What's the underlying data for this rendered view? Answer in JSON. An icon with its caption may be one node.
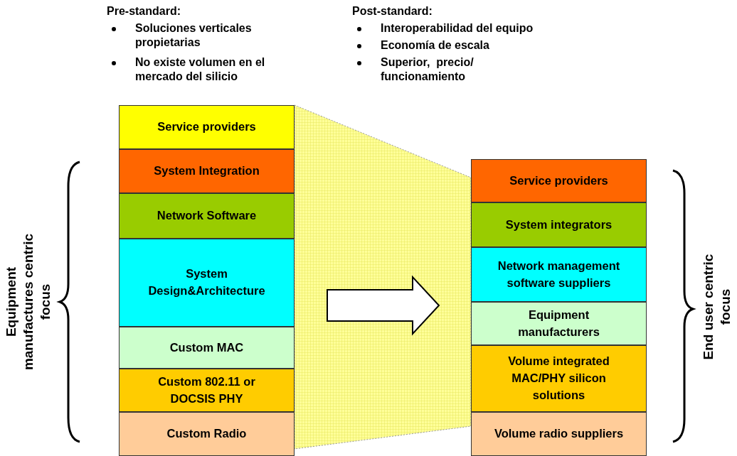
{
  "diagram": {
    "nodes": [
      {
        "text": [
          "Service providers"
        ]
      },
      {
        "text": [
          "System Integration"
        ]
      },
      {
        "text": [
          "Network Software"
        ]
      },
      {
        "text": [
          "System Design&Architecture"
        ]
      },
      {
        "text": [
          "Custom MAC"
        ]
      },
      {
        "text": [
          "Custom 802.11 or DOCSIS PHY"
        ]
      },
      {
        "text": [
          "Custom Radio"
        ]
      },
      {
        "text": [
          "Service providers"
        ]
      },
      {
        "text": [
          "System integrators"
        ]
      },
      {
        "text": [
          "Network management software suppliers"
        ]
      },
      {
        "text": [
          "Equipment manufacturers"
        ]
      },
      {
        "text": [
          "Volume integrated MAC/PHY silicon solutions"
        ]
      },
      {
        "text": [
          "Volume radio suppliers"
        ]
      }
    ],
    "edges": [],
    "labels": [
      "Pre-standard:",
      "Soluciones verticales propietarias",
      "No existe volumen en el mercado del silicio",
      "Post-standard:",
      "Interoperabilidad del equipo",
      "Economía de escala",
      "Superior,  precio/ funcionamiento",
      "Equipment manufactures centric focus",
      "End user centric focus"
    ]
  }
}
